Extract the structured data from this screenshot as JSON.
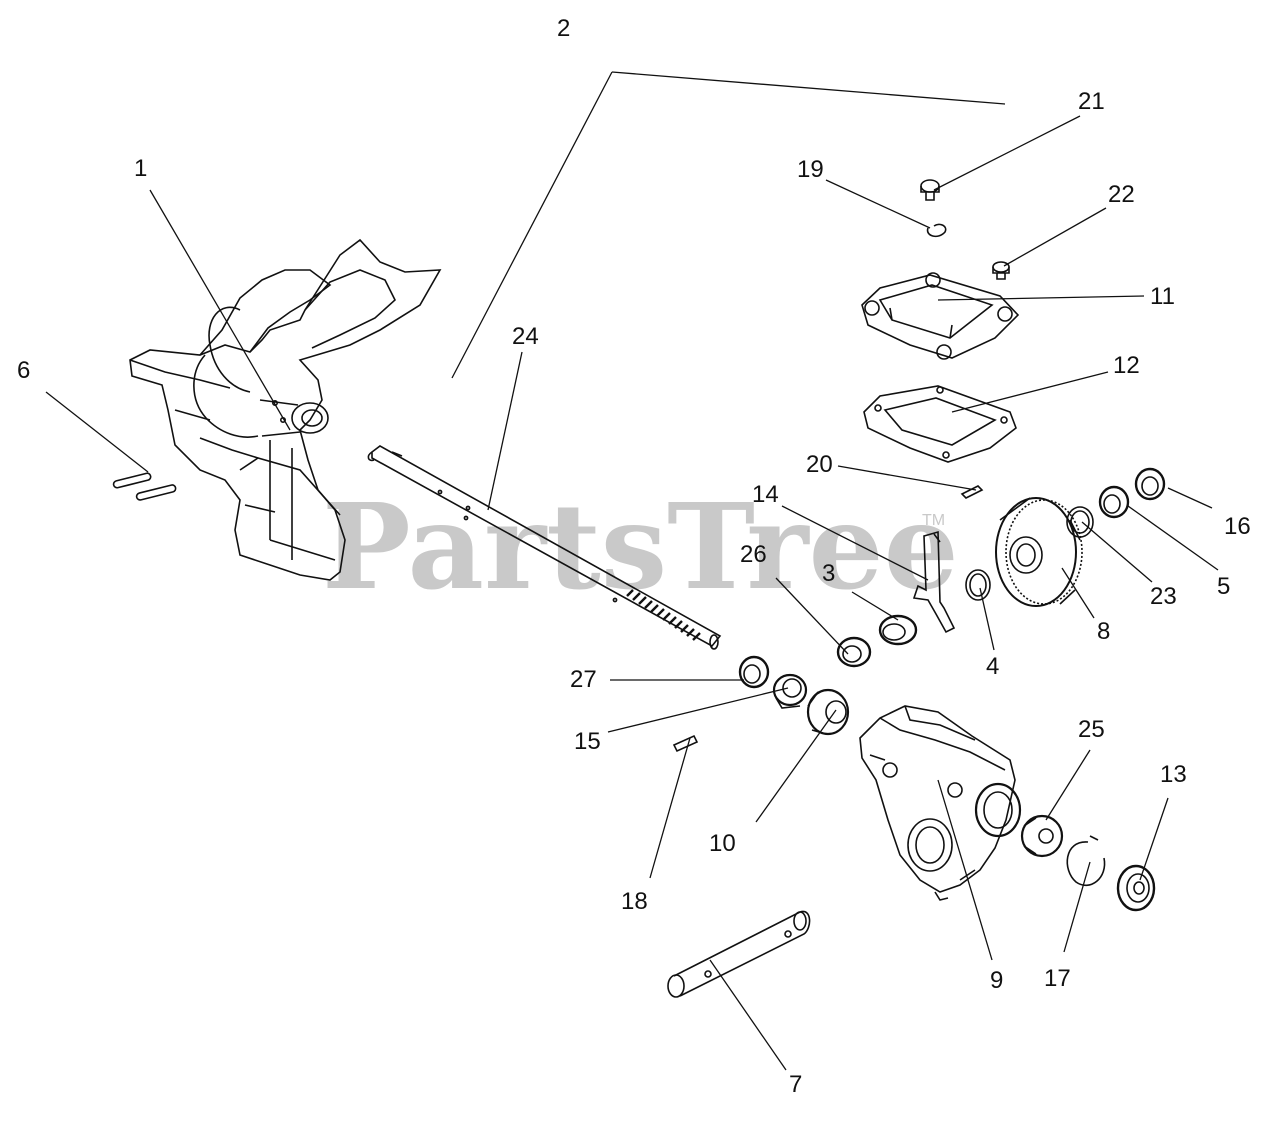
{
  "watermark": {
    "text": "PartsTree",
    "trademark": "TM"
  },
  "callouts": {
    "c1": "1",
    "c2": "2",
    "c3": "3",
    "c4": "4",
    "c5": "5",
    "c6": "6",
    "c7": "7",
    "c8": "8",
    "c9": "9",
    "c10": "10",
    "c11": "11",
    "c12": "12",
    "c13": "13",
    "c14": "14",
    "c15": "15",
    "c16": "16",
    "c17": "17",
    "c18": "18",
    "c19": "19",
    "c20": "20",
    "c21": "21",
    "c22": "22",
    "c23": "23",
    "c24": "24",
    "c25": "25",
    "c26": "26",
    "c27": "27"
  }
}
